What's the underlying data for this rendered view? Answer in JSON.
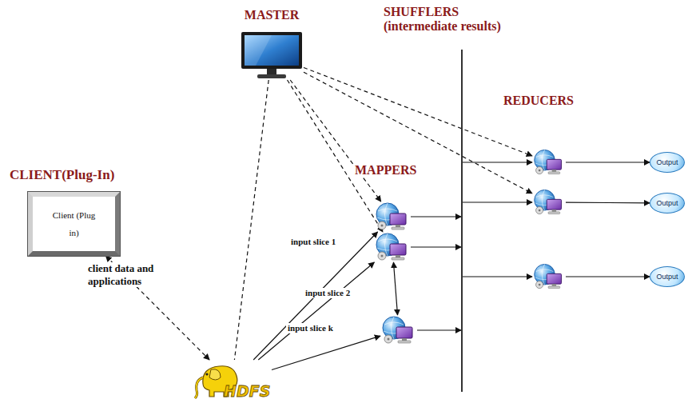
{
  "diagram": {
    "nodes": [
      {
        "text": [
          "CLIENT(Plug-In)",
          "Client (Plug in)"
        ]
      },
      {
        "text": [
          "MASTER"
        ]
      },
      {
        "text": [
          "SHUFFLERS (intermediate results)"
        ]
      },
      {
        "text": [
          "MAPPERS"
        ]
      },
      {
        "text": []
      },
      {
        "text": []
      },
      {
        "text": [
          "REDUCERS"
        ]
      },
      {
        "text": []
      },
      {
        "text": []
      },
      {
        "text": [
          "Output"
        ]
      },
      {
        "text": [
          "Output"
        ]
      },
      {
        "text": [
          "Output"
        ]
      },
      {
        "text": [
          "HDFS"
        ]
      }
    ],
    "edges": [
      {
        "from": 0,
        "to": 12,
        "arrow": "both",
        "label": "client data and applications"
      },
      {
        "from": 1,
        "to": 12,
        "arrow": "none"
      },
      {
        "from": 1,
        "to": 3,
        "arrow": "to"
      },
      {
        "from": 1,
        "to": 4,
        "arrow": "to"
      },
      {
        "from": 1,
        "to": 6,
        "arrow": "to"
      },
      {
        "from": 1,
        "to": 7,
        "arrow": "to"
      },
      {
        "from": 12,
        "to": 3,
        "arrow": "to",
        "label": "input slice 1"
      },
      {
        "from": 12,
        "to": 4,
        "arrow": "to",
        "label": "input slice 2"
      },
      {
        "from": 12,
        "to": 5,
        "arrow": "to",
        "label": "input slice k"
      },
      {
        "from": 4,
        "to": 5,
        "arrow": "both"
      },
      {
        "from": 3,
        "to": 2,
        "arrow": "to"
      },
      {
        "from": 4,
        "to": 2,
        "arrow": "to"
      },
      {
        "from": 5,
        "to": 2,
        "arrow": "to"
      },
      {
        "from": 2,
        "to": 6,
        "arrow": "to"
      },
      {
        "from": 2,
        "to": 7,
        "arrow": "to"
      },
      {
        "from": 2,
        "to": 8,
        "arrow": "to"
      },
      {
        "from": 6,
        "to": 9,
        "arrow": "to"
      },
      {
        "from": 7,
        "to": 10,
        "arrow": "to"
      },
      {
        "from": 8,
        "to": 11,
        "arrow": "to"
      }
    ]
  }
}
